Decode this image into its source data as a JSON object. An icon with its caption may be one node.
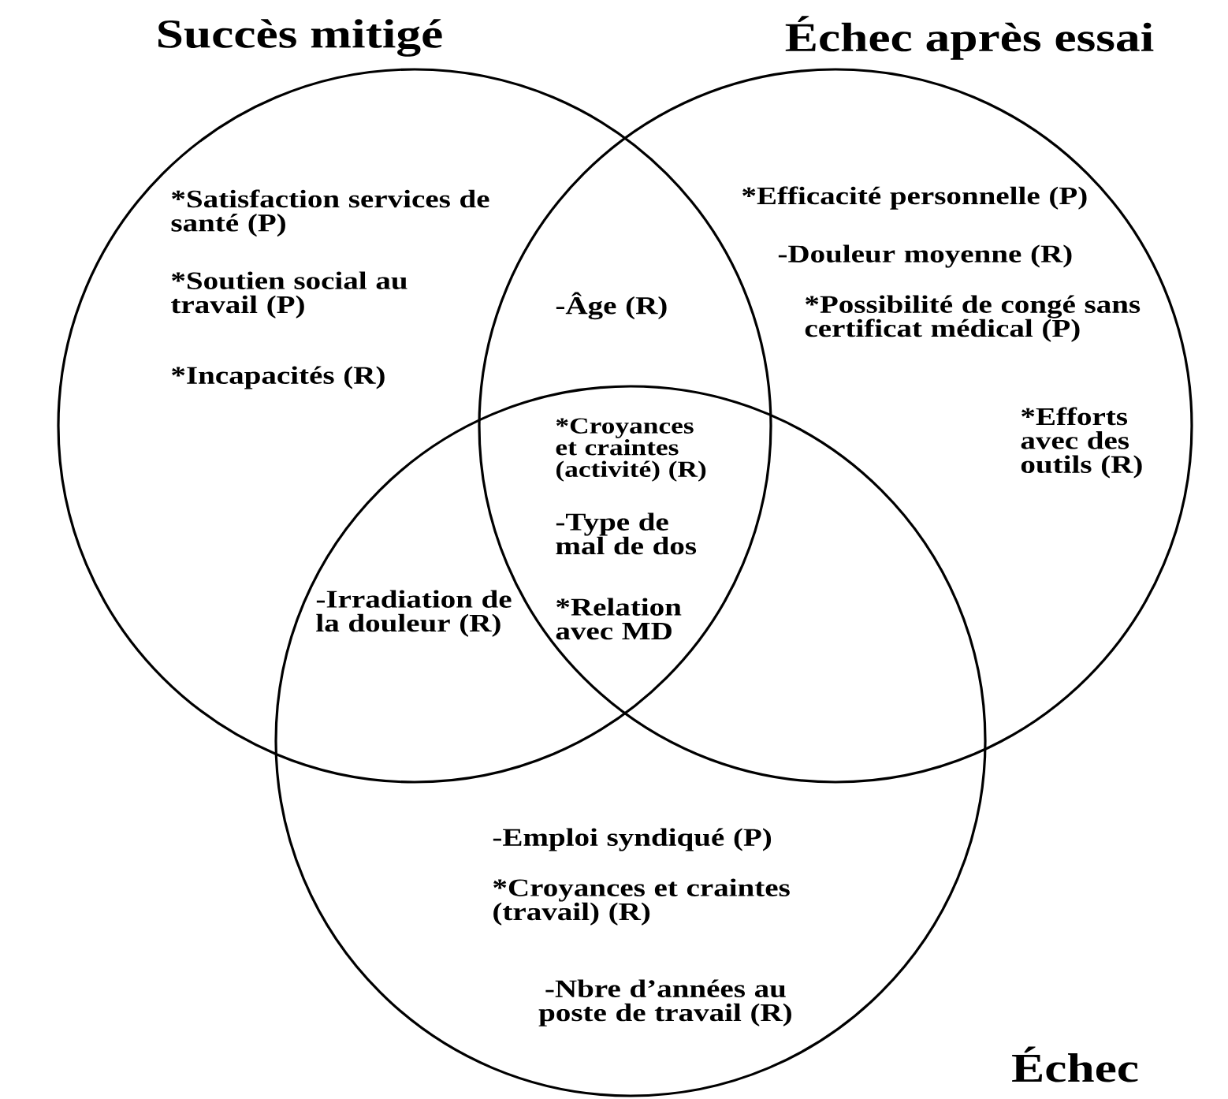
{
  "diagram": {
    "nodes": [
      {
        "text": [
          "Succès mitigé"
        ]
      },
      {
        "text": [
          "Échec après essai"
        ]
      },
      {
        "text": [
          "Échec"
        ]
      }
    ],
    "edges": [],
    "labels": [
      "*Satisfaction services de santé (P)",
      "*Soutien social au travail (P)",
      "*Incapacités (R)",
      "-Âge (R)",
      "*Efficacité personnelle (P)",
      "-Douleur moyenne (R)",
      "*Possibilité de congé sans certificat médical (P)",
      "*Efforts avec des outils (R)",
      "*Croyances et craintes (activité) (R)",
      "-Type de mal de dos",
      "*Relation avec MD",
      "-Irradiation de la douleur (R)",
      "-Emploi syndiqué (P)",
      "*Croyances et craintes (travail) (R)",
      "-Nbre d’années au poste de travail (R)"
    ]
  }
}
